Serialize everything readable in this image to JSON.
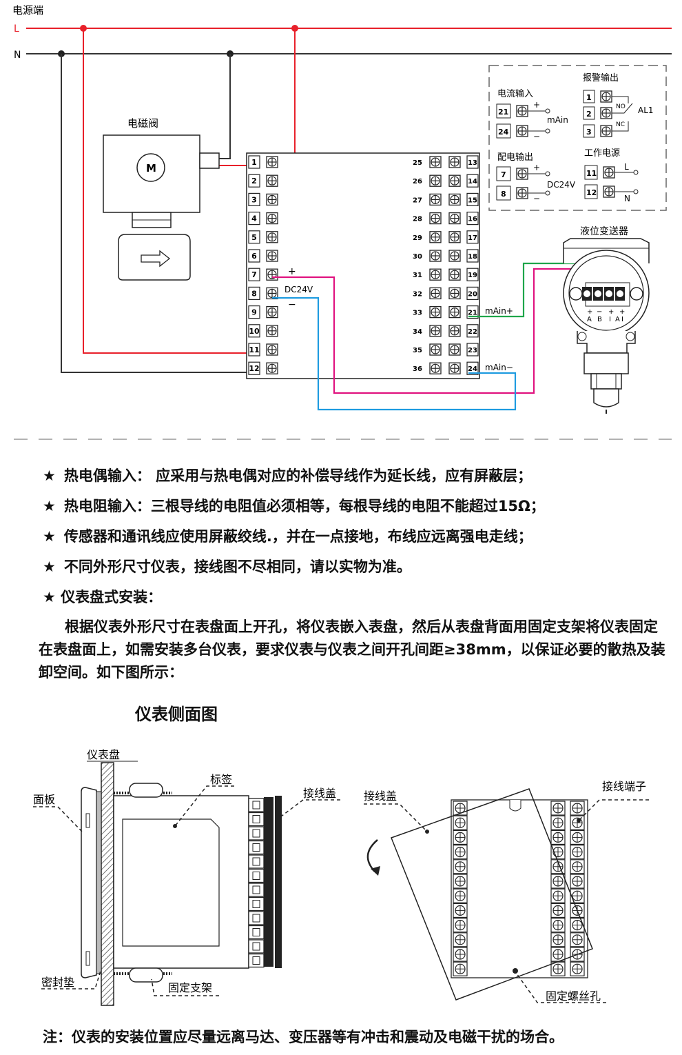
{
  "wiring": {
    "power_label": "电源端",
    "line_L": "L",
    "line_N": "N",
    "valve_label": "电磁阀",
    "motor_label": "M",
    "left_terminals": [
      "1",
      "2",
      "3",
      "4",
      "5",
      "6",
      "7",
      "8",
      "9",
      "10",
      "11",
      "12"
    ],
    "right_inner_terminals": [
      "25",
      "26",
      "27",
      "28",
      "29",
      "30",
      "31",
      "32",
      "33",
      "34",
      "35",
      "36"
    ],
    "right_outer_terminals": [
      "13",
      "14",
      "15",
      "16",
      "17",
      "18",
      "19",
      "20",
      "21",
      "22",
      "23",
      "24"
    ],
    "dc_plus": "+",
    "dc_label": "DC24V",
    "dc_minus": "−",
    "main_plus_label": "mAin+",
    "main_minus_label": "mAin−",
    "transmitter_label": "液位变送器",
    "transmitter_terminal_labels": [
      "+",
      "−",
      "+",
      "+"
    ],
    "transmitter_terminal_letters": [
      "A",
      "B",
      "I",
      "A",
      "I"
    ],
    "wire_colors": {
      "red": "#e8202a",
      "black": "#222222",
      "magenta": "#e0127f",
      "blue": "#1e9be0",
      "green": "#1ea64a"
    }
  },
  "legend": {
    "current_input_title": "电流输入",
    "current_input_terminals": [
      "21",
      "24"
    ],
    "current_input_plus": "+",
    "current_input_minus": "−",
    "current_input_signal": "mAin",
    "alarm_title": "报警输出",
    "alarm_terminals": [
      "1",
      "2",
      "3"
    ],
    "alarm_no": "NO",
    "alarm_nc": "NC",
    "alarm_name": "AL1",
    "power_out_title": "配电输出",
    "power_out_terminals": [
      "7",
      "8"
    ],
    "power_out_plus": "+",
    "power_out_minus": "−",
    "power_out_signal": "DC24V",
    "supply_title": "工作电源",
    "supply_terminals": [
      "11",
      "12"
    ],
    "supply_L": "L",
    "supply_N": "N"
  },
  "notes": [
    {
      "star": "★",
      "text": "热电偶输入： 应采用与热电偶对应的补偿导线作为延长线，应有屏蔽层；"
    },
    {
      "star": "★",
      "text": "热电阻输入：三根导线的电阻值必须相等，每根导线的电阻不能超过15Ω；"
    },
    {
      "star": "★",
      "text": "传感器和通讯线应使用屏蔽绞线.，并在一点接地，布线应远离强电走线；"
    },
    {
      "star": "★",
      "text": "不同外形尺寸仪表，接线图不尽相同，请以实物为准。"
    }
  ],
  "installation": {
    "title": "★ 仪表盘式安装：",
    "body": "根据仪表外形尺寸在表盘面上开孔，将仪表嵌入表盘，然后从表盘背面用固定支架将仪表固定在表盘面上，如需安装多台仪表，要求仪表与仪表之间开孔间距≥38mm，以保证必要的散热及装卸空间。如下图所示："
  },
  "side_view": {
    "title": "仪表侧面图",
    "labels": {
      "panel_board": "仪表盘",
      "face_panel": "面板",
      "tag": "标签",
      "wiring_cover": "接线盖",
      "seal": "密封垫",
      "bracket": "固定支架"
    }
  },
  "rear_view": {
    "labels": {
      "wiring_cover": "接线盖",
      "terminals": "接线端子",
      "screw_hole": "固定螺丝孔"
    }
  },
  "footer_note": "注：仪表的安装位置应尽量远离马达、变压器等有冲击和震动及电磁干扰的场合。"
}
